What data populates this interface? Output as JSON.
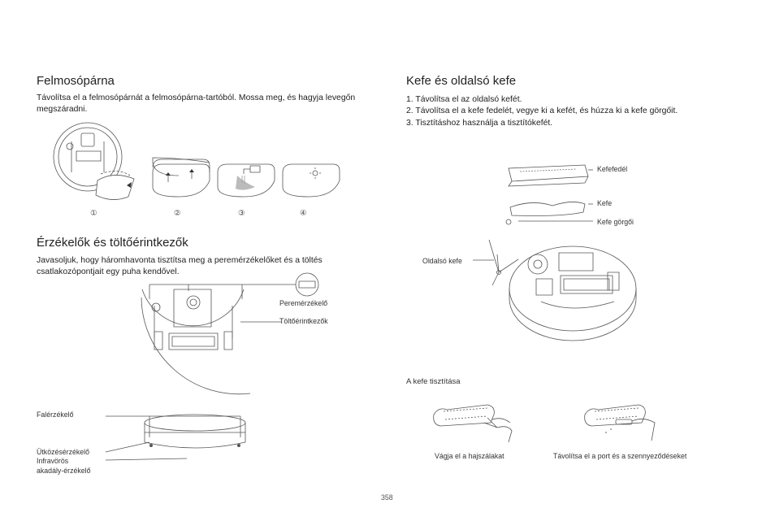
{
  "mop": {
    "title": "Felmosópárna",
    "text": "Távolítsa el a felmosópárnát a felmosópárna-tartóból. Mossa meg, és hagyja levegőn megszáradni.",
    "steps": [
      "①",
      "②",
      "③",
      "④"
    ]
  },
  "sensors": {
    "title": "Érzékelők és töltőérintkezők",
    "text": "Javasoljuk, hogy háromhavonta tisztítsa meg a peremérzékelőket és a töltés csatlakozópontjait egy puha kendővel.",
    "label_cliff": "Peremérzékelő",
    "label_charge": "Töltőérintkezők",
    "label_wall": "Falérzékelő",
    "label_collision": "Ütközésérzékelő",
    "label_ir_1": "Infravörös",
    "label_ir_2": "akadály-érzékelő"
  },
  "brush": {
    "title": "Kefe és oldalsó kefe",
    "steps": [
      "1. Távolítsa el az oldalsó kefét.",
      "2. Távolítsa el a kefe fedelét, vegye ki a kefét, és húzza ki a kefe görgőit.",
      "3. Tisztításhoz használja a tisztítókefét."
    ],
    "label_cover": "Kefefedél",
    "label_brush": "Kefe",
    "label_rollers": "Kefe görgői",
    "label_side": "Oldalsó kefe",
    "cleaning_title": "A kefe tisztítása",
    "caption_cut": "Vágja el a hajszálakat",
    "caption_remove": "Távolítsa el a port és a szennyeződéseket"
  },
  "page_number": "358"
}
